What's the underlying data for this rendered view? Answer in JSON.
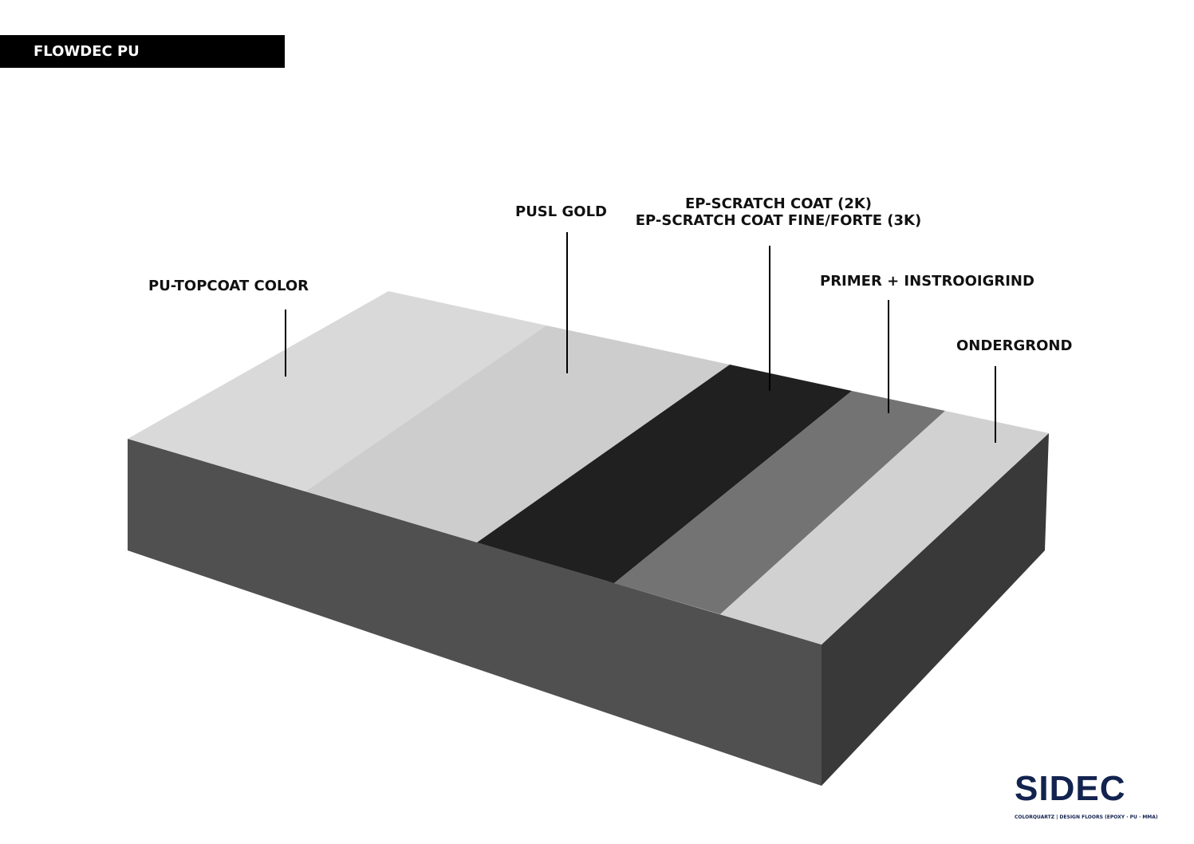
{
  "title": "FLOWDEC PU",
  "layers": [
    {
      "label": "PU-TOPCOAT COLOR",
      "color": "#d9d9d9"
    },
    {
      "label": "PUSL GOLD",
      "color": "#cdcdcd"
    },
    {
      "label": "EP-SCRATCH COAT (2K)",
      "label2": "EP-SCRATCH COAT FINE/FORTE (3K)",
      "color": "#202020"
    },
    {
      "label": "PRIMER + INSTROOIGRIND",
      "color": "#737373"
    },
    {
      "label": "ONDERGROND",
      "color": "#d1d1d1"
    }
  ],
  "block_colors": {
    "front": "#505050",
    "side": "#393939"
  },
  "logo": {
    "text": "SIDEC",
    "tagline": "COLORQUARTZ | DESIGN FLOORS (EPOXY · PU · MMA)"
  }
}
